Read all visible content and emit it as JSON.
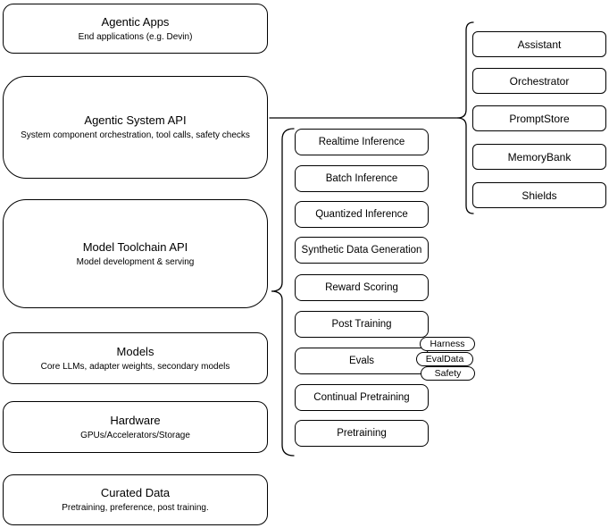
{
  "diagram": {
    "colors": {
      "background": "#ffffff",
      "node_fill": "#ffffff",
      "node_stroke": "#000000",
      "text": "#000000"
    },
    "left_stack": [
      {
        "title": "Agentic Apps",
        "subtitle": "End applications (e.g. Devin)"
      },
      {
        "title": "Agentic System API",
        "subtitle": "System component orchestration, tool calls, safety checks"
      },
      {
        "title": "Model Toolchain API",
        "subtitle": "Model development & serving"
      },
      {
        "title": "Models",
        "subtitle": "Core LLMs, adapter weights, secondary models"
      },
      {
        "title": "Hardware",
        "subtitle": "GPUs/Accelerators/Storage"
      },
      {
        "title": "Curated Data",
        "subtitle": "Pretraining, preference, post training."
      }
    ],
    "toolchain_items": [
      "Realtime Inference",
      "Batch Inference",
      "Quantized Inference",
      "Synthetic Data Generation",
      "Reward Scoring",
      "Post Training",
      "Evals",
      "Continual Pretraining",
      "Pretraining"
    ],
    "eval_tags": [
      "Harness",
      "EvalData",
      "Safety"
    ],
    "system_components": [
      "Assistant",
      "Orchestrator",
      "PromptStore",
      "MemoryBank",
      "Shields"
    ]
  }
}
